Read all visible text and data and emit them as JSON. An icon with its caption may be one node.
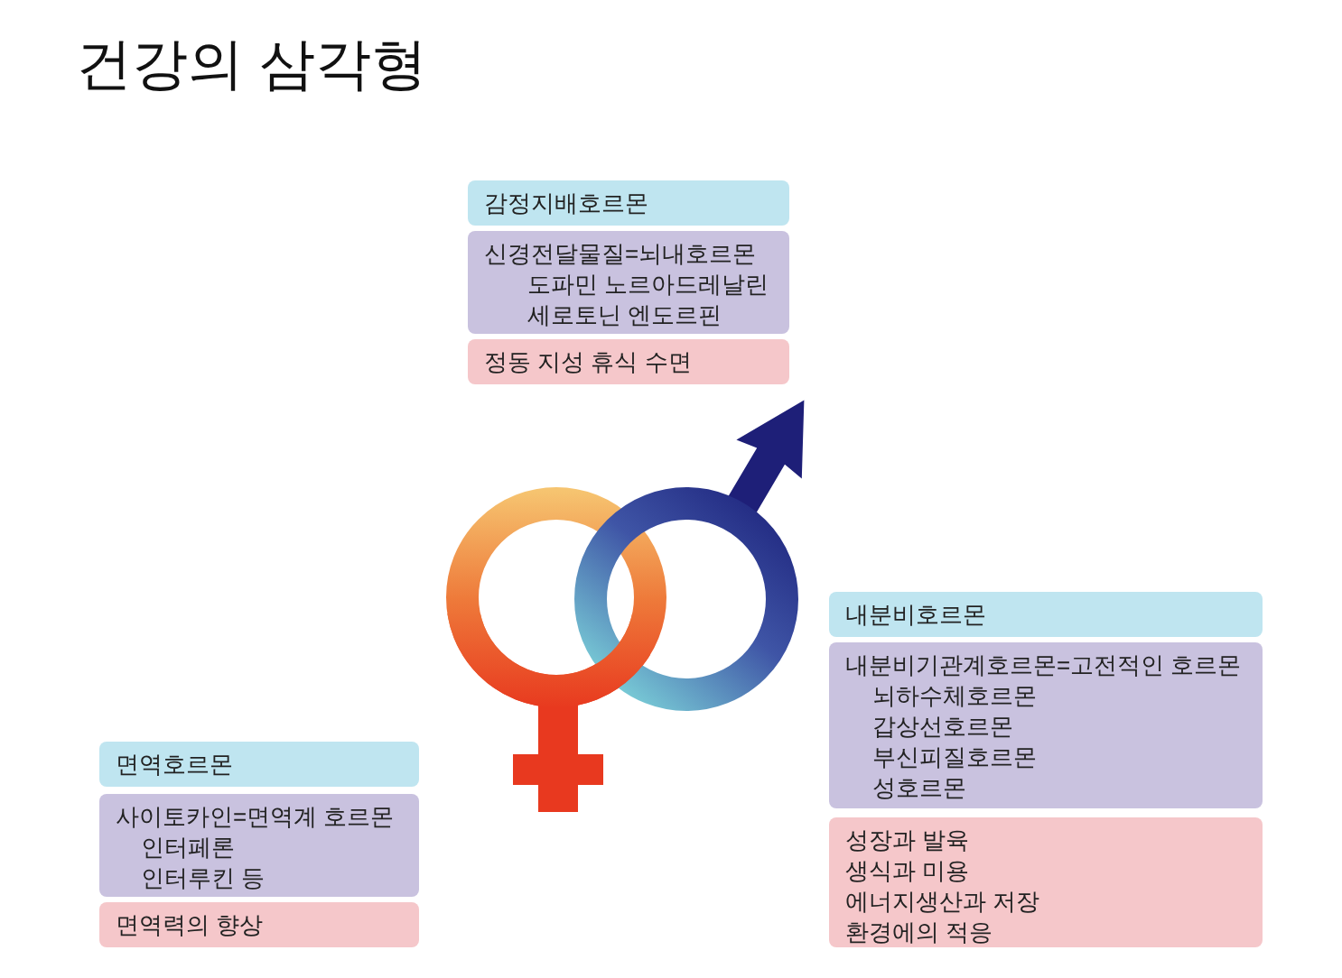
{
  "diagram": {
    "title": "건강의 삼각형",
    "nodes": [
      {
        "text": [
          "감정지배호르몬"
        ]
      },
      {
        "text": [
          "신경전달물질=뇌내호르몬",
          "도파민 노르아드레날린",
          "세로토닌 엔도르핀"
        ]
      },
      {
        "text": [
          "정동 지성 휴식 수면"
        ]
      },
      {
        "text": [
          "내분비호르몬"
        ]
      },
      {
        "text": [
          "내분비기관계호르몬=고전적인 호르몬",
          "뇌하수체호르몬",
          "갑상선호르몬",
          "부신피질호르몬",
          "성호르몬"
        ]
      },
      {
        "text": [
          "성장과 발육",
          "생식과 미용",
          "에너지생산과 저장",
          "환경에의 적응"
        ]
      },
      {
        "text": [
          "면역호르몬"
        ]
      },
      {
        "text": [
          "사이토카인=면역계 호르몬",
          "인터페론",
          "인터루킨 등"
        ]
      },
      {
        "text": [
          "면역력의 향상"
        ]
      }
    ]
  }
}
